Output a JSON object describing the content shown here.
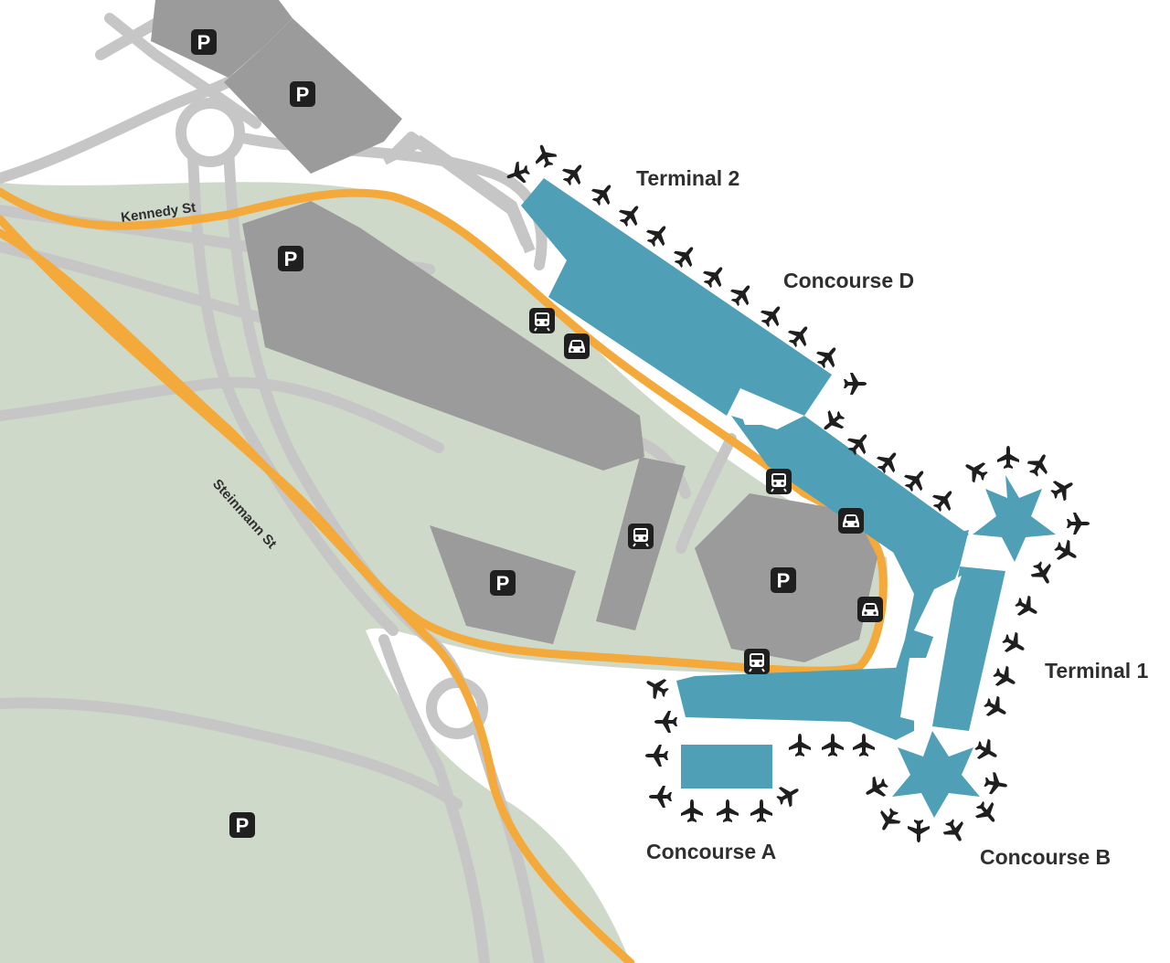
{
  "labels": {
    "terminal_2": "Terminal 2",
    "terminal_1": "Terminal 1",
    "concourse_a": "Concourse A",
    "concourse_b": "Concourse B",
    "concourse_d": "Concourse D"
  },
  "streets": {
    "kennedy": "Kennedy St",
    "steinmann": "Steinmann St"
  },
  "parking_symbol": "P",
  "icons": {
    "parking": "parking-icon",
    "train": "train-icon",
    "taxi": "taxi-icon",
    "airplane": "airplane-icon"
  },
  "colors": {
    "terminal": "#4f9fb7",
    "parking_building": "#9b9b9b",
    "green_area": "#cfd9c9",
    "road": "#c6c6c6",
    "main_road": "#f4a93b",
    "background": "#ffffff"
  }
}
